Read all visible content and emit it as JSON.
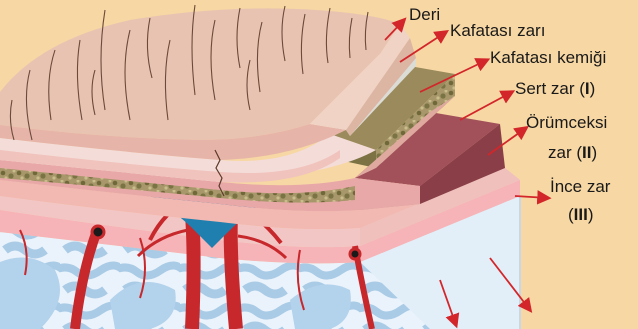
{
  "labels": {
    "deri": "Deri",
    "kafatasi_zari": "Kafatası zarı",
    "kafatasi_kemigi": "Kafatası kemiği",
    "sert_zar_text": "Sert zar (",
    "sert_zar_num": "I",
    "sert_zar_close": ")",
    "orumcek_line1": "Örümceksi",
    "orumcek_text": "zar (",
    "orumcek_num": "II",
    "orumcek_close": ")",
    "ince_zar": "İnce zar",
    "ince_num_open": "(",
    "ince_num": "III",
    "ince_num_close": ")"
  },
  "colors": {
    "background": "#f7d7a3",
    "skin": "#e9c3b1",
    "skin_top": "#f0d3c4",
    "skull_membrane": "#f4f4f0",
    "bone": "#9b8a5c",
    "dura": "#a2505a",
    "arachnoid": "#f1c0c3",
    "pia": "#f6b3b8",
    "brain_light": "#e9f2fa",
    "brain_blue": "#a8cbe8",
    "vessel_red": "#c7282c",
    "sinus_blue": "#1f7fae",
    "arrow": "#d3262a"
  }
}
